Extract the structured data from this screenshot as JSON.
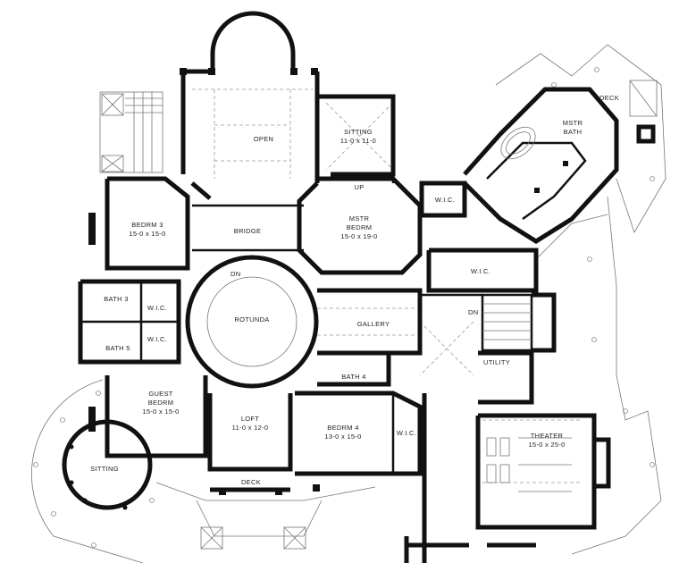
{
  "rooms": {
    "open": "OPEN",
    "sitting_top": "SITTING",
    "sitting_top_dim": "11-0 x 11-0",
    "up": "UP",
    "mstr_bath_1": "MSTR",
    "mstr_bath_2": "BATH",
    "deck_top": "DECK",
    "bedrm3": "BEDRM 3",
    "bedrm3_dim": "15-0 x 15-0",
    "bridge": "BRIDGE",
    "mstr_bedrm_1": "MSTR",
    "mstr_bedrm_2": "BEDRM",
    "mstr_bedrm_dim": "15-0 x 19-0",
    "wic_1": "W.I.C.",
    "wic_2": "W.I.C.",
    "dn_1": "DN",
    "bath3": "BATH 3",
    "wic_3": "W.I.C.",
    "rotunda": "ROTUNDA",
    "gallery": "GALLERY",
    "dn_2": "DN",
    "bath5": "BATH 5",
    "wic_4": "W.I.C.",
    "bath4": "BATH 4",
    "utility": "UTILITY",
    "guest_1": "GUEST",
    "guest_2": "BEDRM",
    "guest_dim": "15-0 x 15-0",
    "loft": "LOFT",
    "loft_dim": "11-0 x 12-0",
    "bedrm4": "BEDRM 4",
    "bedrm4_dim": "13-0 x 15-0",
    "wic_5": "W.I.C.",
    "theater": "THEATER",
    "theater_dim": "15-0 x 25-0",
    "sitting_left": "SITTING",
    "deck_bottom": "DECK"
  }
}
